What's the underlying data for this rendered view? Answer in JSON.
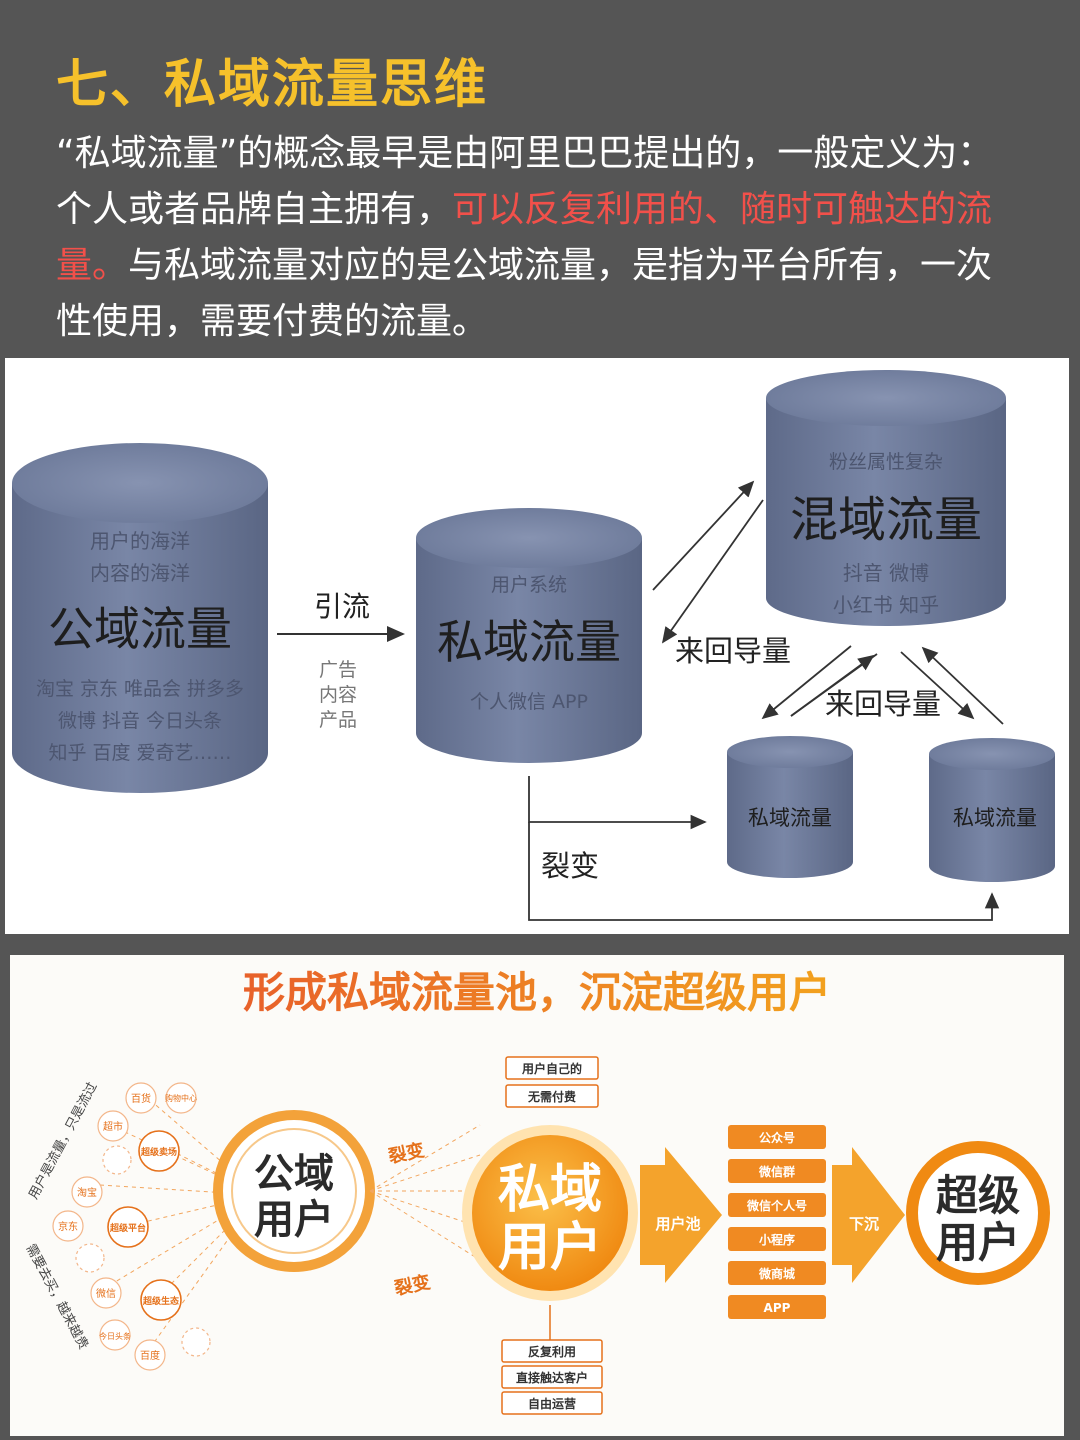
{
  "header": {
    "title": "七、私域流量思维",
    "intro": {
      "part1": "“私域流量”的概念最早是由阿里巴巴提出的，一般定义为：个人或者品牌自主拥有，",
      "highlight": "可以反复利用的、随时可触达的流量。",
      "part2": "与私域流量对应的是公域流量，是指为平台所有，一次性使用，需要付费的流量。"
    }
  },
  "diagram1": {
    "public": {
      "sub1": "用户的海洋",
      "sub2": "内容的海洋",
      "title": "公域流量",
      "line1": "淘宝 京东 唯品会 拼多多",
      "line2": "微博 抖音 今日头条",
      "line3": "知乎 百度 爱奇艺……"
    },
    "arrow_label": "引流",
    "arrow_sub": [
      "广告",
      "内容",
      "产品"
    ],
    "private": {
      "sub": "用户系统",
      "title": "私域流量",
      "bottom": "个人微信 APP"
    },
    "mixed": {
      "sub": "粉丝属性复杂",
      "title": "混域流量",
      "line1": "抖音 微博",
      "line2": "小红书 知乎"
    },
    "exchange_label_1": "来回导量",
    "exchange_label_2": "来回导量",
    "small_private_1": "私域流量",
    "small_private_2": "私域流量",
    "fission_label": "裂变"
  },
  "diagram2": {
    "title": "形成私域流量池，沉淀超级用户",
    "side_text_top": "用户是流量，只是流过",
    "side_text_bottom": "需要去买，越来越贵",
    "small_circles": [
      "百货",
      "购物中心",
      "超市",
      "超级卖场",
      "淘宝",
      "京东",
      "超级平台",
      "微信",
      "超级生态",
      "今日头条",
      "百度"
    ],
    "public_user": [
      "公域",
      "用户"
    ],
    "fission_top": "裂变",
    "fission_bottom": "裂变",
    "private_user": [
      "私域",
      "用户"
    ],
    "top_tags": [
      "用户自己的",
      "无需付费"
    ],
    "bottom_tags": [
      "反复利用",
      "直接触达客户",
      "自由运营"
    ],
    "pool_label": "用户池",
    "channels": [
      "公众号",
      "微信群",
      "微信个人号",
      "小程序",
      "微商城",
      "APP"
    ],
    "sink_label": "下沉",
    "super_user": [
      "超级",
      "用户"
    ]
  },
  "colors": {
    "background": "#555555",
    "title_yellow": "#F6C12B",
    "highlight_red": "#F2504A",
    "cylinder_blue": "#6D7A99",
    "orange": "#F59B1C"
  }
}
